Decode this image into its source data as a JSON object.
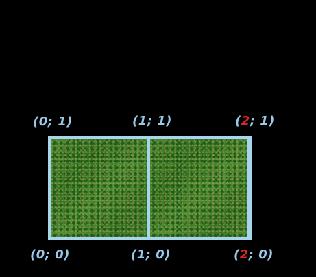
{
  "labels": {
    "top_left": {
      "open": "(",
      "x": "0",
      "rest": "; 1)"
    },
    "top_middle": {
      "open": "(",
      "x": "1",
      "rest": "; 1)"
    },
    "top_right": {
      "open": "(",
      "x": "2",
      "rest": "; 1)"
    },
    "bottom_left": {
      "open": "(",
      "x": "0",
      "rest": "; 0)"
    },
    "bottom_middle": {
      "open": "(",
      "x": "1",
      "rest": "; 0)"
    },
    "bottom_right": {
      "open": "(",
      "x": "2",
      "rest": "; 0)"
    }
  },
  "colors": {
    "background": "#000000",
    "label": "#9ac8e8",
    "highlight": "#d8262a",
    "frame": "#a6d6ee",
    "tile": "#3d7f2a"
  },
  "tiles": [
    "grass-texture",
    "grass-texture"
  ]
}
